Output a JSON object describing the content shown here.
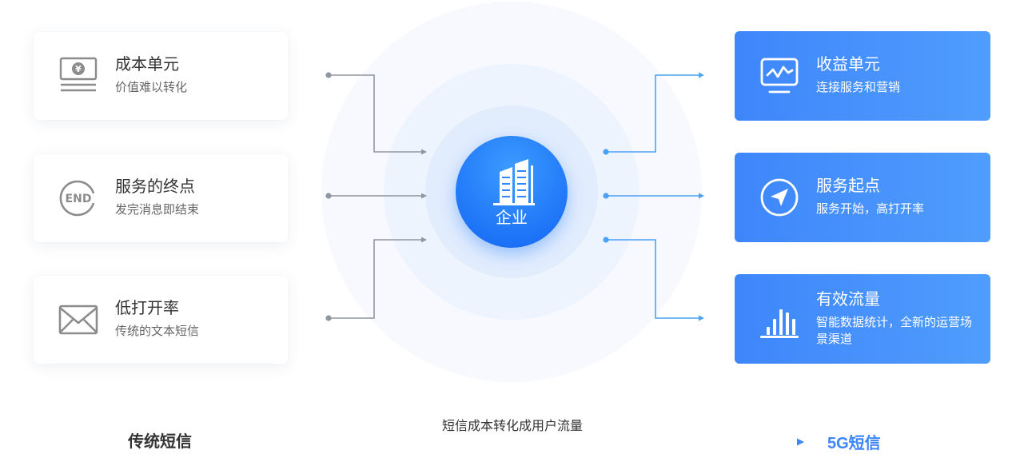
{
  "left_cards": [
    {
      "title": "成本单元",
      "desc": "价值难以转化",
      "icon": "money-icon"
    },
    {
      "title": "服务的终点",
      "desc": "发完消息即结束",
      "icon": "end-icon",
      "icon_text": "END"
    },
    {
      "title": "低打开率",
      "desc": "传统的文本短信",
      "icon": "envelope-icon"
    }
  ],
  "right_cards": [
    {
      "title": "收益单元",
      "desc": "连接服务和营销",
      "icon": "monitor-chart-icon"
    },
    {
      "title": "服务起点",
      "desc": "服务开始，高打开率",
      "icon": "navigation-icon"
    },
    {
      "title": "有效流量",
      "desc": "智能数据统计，全新的运营场景渠道",
      "icon": "bar-chart-icon"
    }
  ],
  "center": {
    "label": "企业",
    "icon": "building-icon"
  },
  "bottom": {
    "left_label": "传统短信",
    "caption": "短信成本转化成用户流量",
    "right_label": "5G短信"
  },
  "colors": {
    "accent": "#3e86fb",
    "connector_left": "#8f96a0",
    "connector_right": "#4aa2f5",
    "center_blue": "#2f86fb"
  }
}
